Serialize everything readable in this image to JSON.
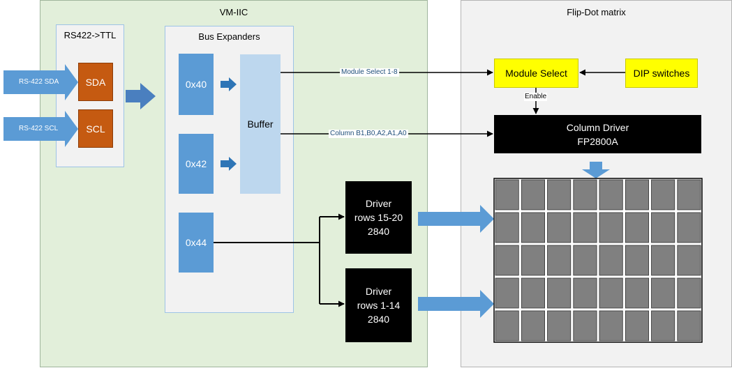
{
  "containers": {
    "vm_iic": "VM-IIC",
    "rs422_ttl": "RS422->TTL",
    "bus_expanders": "Bus Expanders",
    "flip_dot_matrix": "Flip-Dot matrix"
  },
  "inputs": {
    "sda_label": "RS-422 SDA",
    "scl_label": "RS-422 SCL"
  },
  "signals": {
    "sda": "SDA",
    "scl": "SCL"
  },
  "expanders": [
    "0x40",
    "0x42",
    "0x44"
  ],
  "buffer": "Buffer",
  "drivers": {
    "rows_15_20": "Driver\nrows 15-20\n2840",
    "rows_1_14": "Driver\nrows 1-14\n2840"
  },
  "module_select": "Module Select",
  "dip_switches": "DIP switches",
  "enable": "Enable",
  "column_driver": "Column Driver\nFP2800A",
  "line_labels": {
    "module_select_bus": "Module Select 1-8",
    "column_bus": "Column B1,B0,A2,A1,A0"
  },
  "matrix": {
    "rows": 5,
    "cols": 8
  },
  "colors": {
    "vm_iic_bg": "#e2efda",
    "panel_bg": "#f2f2f2",
    "accent_blue": "#5b9bd5",
    "buffer_blue": "#bdd7ee",
    "orange": "#c55a11",
    "yellow": "#ffff00",
    "dot_gray": "#808080"
  }
}
